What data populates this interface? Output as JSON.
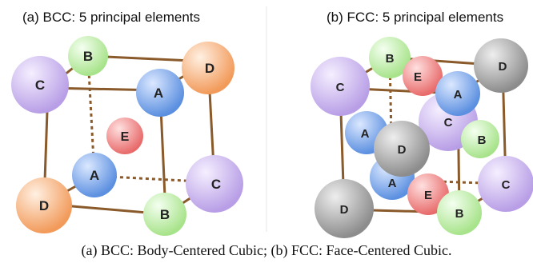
{
  "panels": {
    "bcc": {
      "title": "(a) BCC: 5 principal elements"
    },
    "fcc": {
      "title": "(b) FCC: 5 principal elements"
    }
  },
  "atoms": {
    "A": "A",
    "B": "B",
    "C": "C",
    "D": "D",
    "E": "E"
  },
  "caption": "(a) BCC: Body-Centered Cubic; (b) FCC: Face-Centered Cubic.",
  "colors": {
    "A": "#6f9fe8",
    "B": "#bff0a8",
    "C": "#cdb6ec",
    "D": "#f7b37e",
    "D_fcc": "#a9a9a9",
    "E": "#f08585",
    "edge": "#8a5a2b"
  }
}
